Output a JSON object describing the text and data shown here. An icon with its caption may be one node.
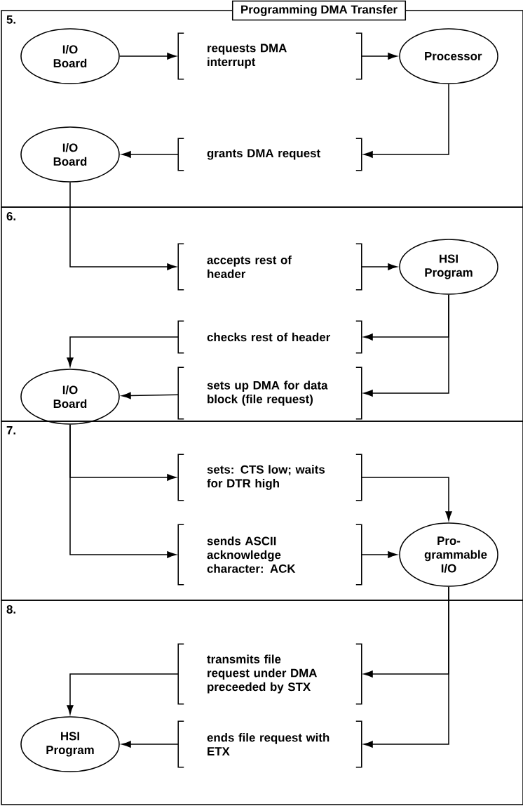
{
  "diagram": {
    "title": "Programming DMA Transfer",
    "nodes": [
      {
        "text": [
          "5."
        ]
      },
      {
        "text": [
          "I/O Board"
        ],
        "in": 0
      },
      {
        "text": [
          "requests DMA interrupt"
        ],
        "in": 0
      },
      {
        "text": [
          "Processor"
        ],
        "in": 0
      },
      {
        "text": [
          "I/O Board"
        ],
        "in": 0
      },
      {
        "text": [
          "grants DMA request"
        ],
        "in": 0
      },
      {
        "text": [
          "6."
        ]
      },
      {
        "text": [
          "accepts rest of header"
        ],
        "in": 6
      },
      {
        "text": [
          "HSI Program"
        ],
        "in": 6
      },
      {
        "text": [
          "checks rest of header"
        ],
        "in": 6
      },
      {
        "text": [
          "I/O Board"
        ],
        "in": 6
      },
      {
        "text": [
          "sets up DMA for data block (file request)"
        ],
        "in": 6
      },
      {
        "text": [
          "7."
        ]
      },
      {
        "text": [
          "sets: CTS low; waits for DTR high"
        ],
        "in": 12
      },
      {
        "text": [
          "sends ASCII acknowledge character: ACK"
        ],
        "in": 12
      },
      {
        "text": [
          "Pro-grammable I/O"
        ],
        "in": 12
      },
      {
        "text": [
          "8."
        ]
      },
      {
        "text": [
          "transmits file request under DMA preceeded by STX"
        ],
        "in": 16
      },
      {
        "text": [
          "HSI Program"
        ],
        "in": 16
      },
      {
        "text": [
          "ends file request with ETX"
        ],
        "in": 16
      }
    ],
    "edges": [
      {
        "from": 1,
        "to": 2,
        "arrow": "to"
      },
      {
        "from": 2,
        "to": 3,
        "arrow": "to"
      },
      {
        "from": 3,
        "to": 5,
        "arrow": "to"
      },
      {
        "from": 5,
        "to": 4,
        "arrow": "to"
      },
      {
        "from": 4,
        "to": 7,
        "arrow": "to"
      },
      {
        "from": 7,
        "to": 8,
        "arrow": "to"
      },
      {
        "from": 8,
        "to": 9,
        "arrow": "to"
      },
      {
        "from": 9,
        "to": 10,
        "arrow": "to"
      },
      {
        "from": 8,
        "to": 11,
        "arrow": "to"
      },
      {
        "from": 11,
        "to": 10,
        "arrow": "to"
      },
      {
        "from": 10,
        "to": 13,
        "arrow": "to"
      },
      {
        "from": 10,
        "to": 14,
        "arrow": "to"
      },
      {
        "from": 13,
        "to": 15,
        "arrow": "to"
      },
      {
        "from": 14,
        "to": 15,
        "arrow": "to"
      },
      {
        "from": 15,
        "to": 17,
        "arrow": "to"
      },
      {
        "from": 17,
        "to": 18,
        "arrow": "to"
      },
      {
        "from": 15,
        "to": 19,
        "arrow": "to"
      },
      {
        "from": 19,
        "to": 18,
        "arrow": "to"
      }
    ]
  }
}
